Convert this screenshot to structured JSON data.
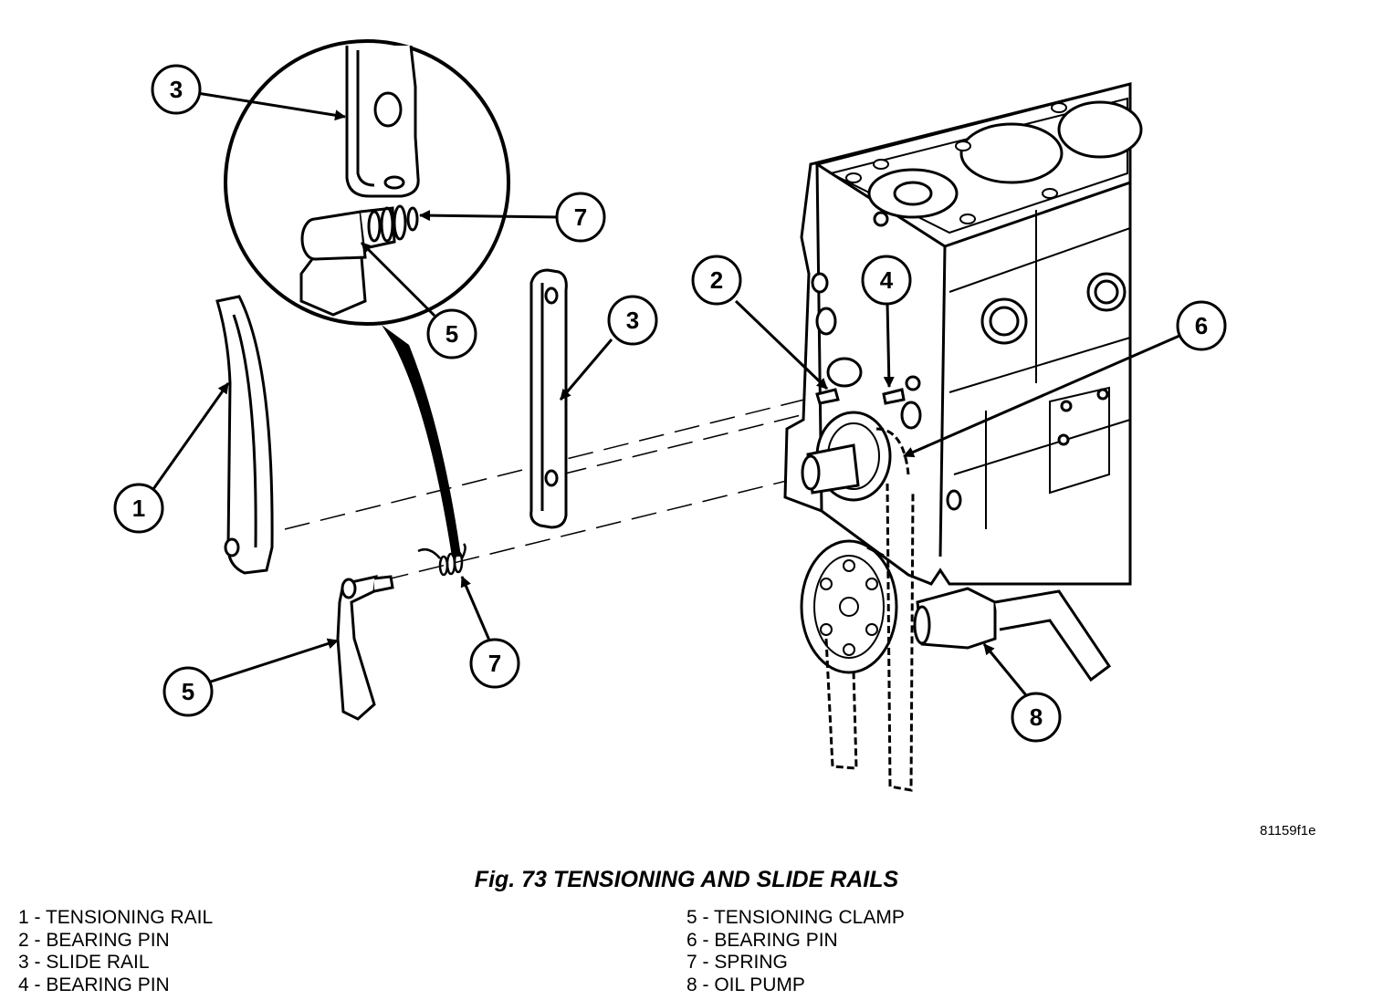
{
  "callouts": {
    "c1": "1",
    "c2": "2",
    "c3_detail": "3",
    "c3": "3",
    "c4": "4",
    "c5_detail": "5",
    "c5": "5",
    "c6": "6",
    "c7_detail": "7",
    "c7": "7",
    "c8": "8"
  },
  "figure_id": "81159f1e",
  "caption": "Fig. 73 TENSIONING AND SLIDE RAILS",
  "legend": {
    "left": [
      "1 - TENSIONING RAIL",
      "2 - BEARING PIN",
      "3 - SLIDE RAIL",
      "4 - BEARING PIN"
    ],
    "right": [
      "5 - TENSIONING CLAMP",
      "6 - BEARING PIN",
      "7 - SPRING",
      "8 - OIL PUMP"
    ]
  }
}
